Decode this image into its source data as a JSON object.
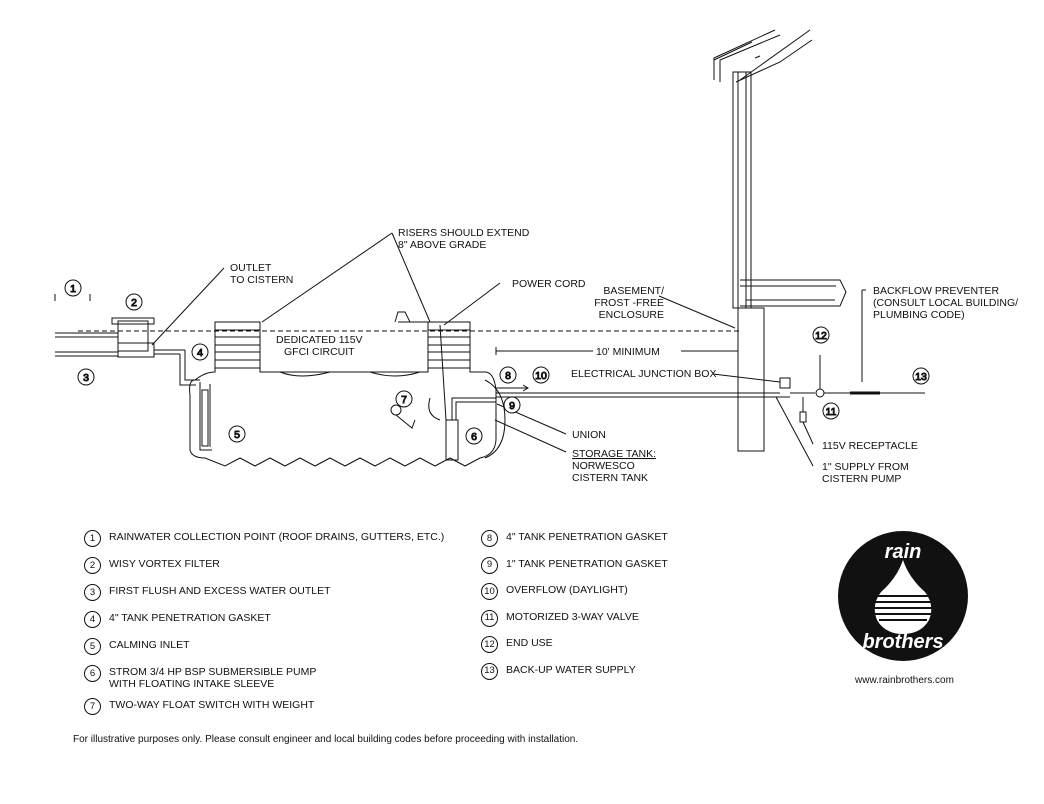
{
  "labels": {
    "outlet": [
      "OUTLET",
      "TO CISTERN"
    ],
    "risers": [
      "RISERS SHOULD EXTEND",
      "8\" ABOVE GRADE"
    ],
    "power_cord": "POWER CORD",
    "basement": [
      "BASEMENT/",
      "FROST -FREE",
      "ENCLOSURE"
    ],
    "gfci": [
      "DEDICATED 115V",
      "GFCI CIRCUIT"
    ],
    "backflow": [
      "BACKFLOW PREVENTER",
      "(CONSULT LOCAL BUILDING/",
      "PLUMBING CODE)"
    ],
    "minimum": "10' MINIMUM",
    "junction_box": "ELECTRICAL JUNCTION BOX",
    "union": "UNION",
    "storage_tank_title": "STORAGE TANK:",
    "storage_tank": [
      "NORWESCO",
      "CISTERN TANK"
    ],
    "receptacle": "115V RECEPTACLE",
    "supply": [
      "1\" SUPPLY FROM",
      "CISTERN PUMP"
    ]
  },
  "callouts": [
    "1",
    "2",
    "3",
    "4",
    "5",
    "6",
    "7",
    "8",
    "9",
    "10",
    "11",
    "12",
    "13"
  ],
  "legend_left": [
    {
      "num": "1",
      "text": "RAINWATER COLLECTION POINT (ROOF DRAINS, GUTTERS, ETC.)"
    },
    {
      "num": "2",
      "text": "WISY VORTEX FILTER"
    },
    {
      "num": "3",
      "text": "FIRST FLUSH AND EXCESS WATER OUTLET"
    },
    {
      "num": "4",
      "text": "4\" TANK PENETRATION GASKET"
    },
    {
      "num": "5",
      "text": "CALMING INLET"
    },
    {
      "num": "6",
      "text": "STROM 3/4 HP BSP SUBMERSIBLE PUMP\nWITH FLOATING INTAKE SLEEVE"
    },
    {
      "num": "7",
      "text": "TWO-WAY FLOAT SWITCH WITH WEIGHT"
    }
  ],
  "legend_right": [
    {
      "num": "8",
      "text": "4\" TANK PENETRATION GASKET"
    },
    {
      "num": "9",
      "text": "1\" TANK PENETRATION GASKET"
    },
    {
      "num": "10",
      "text": "OVERFLOW (DAYLIGHT)"
    },
    {
      "num": "11",
      "text": "MOTORIZED 3-WAY VALVE"
    },
    {
      "num": "12",
      "text": "END USE"
    },
    {
      "num": "13",
      "text": "BACK-UP WATER SUPPLY"
    }
  ],
  "logo": {
    "line1": "rain",
    "line2": "brothers"
  },
  "website": "www.rainbrothers.com",
  "disclaimer": "For illustrative purposes only. Please consult engineer and local building codes before proceeding with installation."
}
